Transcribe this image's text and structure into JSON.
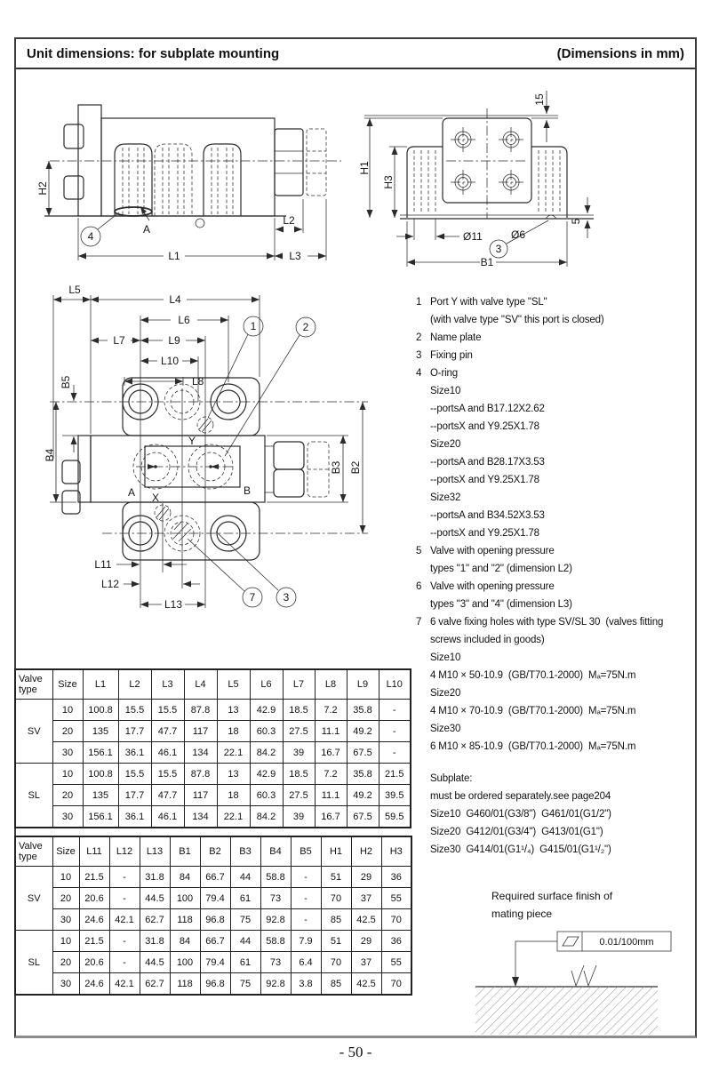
{
  "header": {
    "title": "Unit dimensions: for subplate mounting",
    "units": "(Dimensions in mm)"
  },
  "drawings": {
    "front_view": {
      "h2": "H2",
      "l1": "L1",
      "l2": "L2",
      "l3": "L3",
      "a": "A",
      "callout_4": "4"
    },
    "end_view": {
      "h1": "H1",
      "h3": "H3",
      "b1": "B1",
      "dia11": "Ø11",
      "dia6": "Ø6",
      "dim_top": "15",
      "dim_5": "5",
      "callout_3": "3"
    },
    "top_view": {
      "l4": "L4",
      "l5": "L5",
      "l6": "L6",
      "l7": "L7",
      "l8": "L8",
      "l9": "L9",
      "l10": "L10",
      "l11": "L11",
      "l12": "L12",
      "l13": "L13",
      "b2": "B2",
      "b3": "B3",
      "b4": "B4",
      "b5": "B5",
      "y": "Y",
      "x": "X",
      "a": "A",
      "b": "B",
      "callout_1": "1",
      "callout_2": "2",
      "callout_3": "3",
      "callout_7": "7"
    }
  },
  "notes": {
    "items": [
      {
        "n": "1",
        "t": "Port Y with valve type \"SL\""
      },
      {
        "n": "",
        "t": "(with valve type \"SV\" this port is closed)"
      },
      {
        "n": "2",
        "t": "Name plate"
      },
      {
        "n": "3",
        "t": "Fixing pin"
      },
      {
        "n": "4",
        "t": "O-ring"
      },
      {
        "n": "",
        "t": "Size10"
      },
      {
        "n": "",
        "t": "--portsA and B17.12X2.62"
      },
      {
        "n": "",
        "t": "--portsX and Y9.25X1.78"
      },
      {
        "n": "",
        "t": "Size20"
      },
      {
        "n": "",
        "t": "--portsA and B28.17X3.53"
      },
      {
        "n": "",
        "t": "--portsX and Y9.25X1.78"
      },
      {
        "n": "",
        "t": "Size32"
      },
      {
        "n": "",
        "t": "--portsA and B34.52X3.53"
      },
      {
        "n": "",
        "t": "--portsX and Y9.25X1.78"
      },
      {
        "n": "5",
        "t": "Valve with opening pressure"
      },
      {
        "n": "",
        "t": "types \"1\" and \"2\" (dimension L2)"
      },
      {
        "n": "6",
        "t": "Valve with opening pressure"
      },
      {
        "n": "",
        "t": "types \"3\" and \"4\" (dimension L3)"
      },
      {
        "n": "7",
        "t": "6 valve fixing holes with type SV/SL 30  (valves fitting"
      },
      {
        "n": "",
        "t": "screws included in goods)"
      },
      {
        "n": "",
        "t": "Size10"
      },
      {
        "n": "",
        "t": "4 M10 × 50-10.9  (GB/T70.1-2000)  Mₐ=75N.m"
      },
      {
        "n": "",
        "t": "Size20"
      },
      {
        "n": "",
        "t": "4 M10 × 70-10.9  (GB/T70.1-2000)  Mₐ=75N.m"
      },
      {
        "n": "",
        "t": "Size30"
      },
      {
        "n": "",
        "t": "6 M10 × 85-10.9  (GB/T70.1-2000)  Mₐ=75N.m"
      },
      {
        "n": "",
        "t": "Subplate:",
        "gap": true
      },
      {
        "n": "",
        "t": "must be ordered separately.see page204"
      },
      {
        "n": "",
        "t": "Size10  G460/01(G3/8\")  G461/01(G1/2\")"
      },
      {
        "n": "",
        "t": "Size20  G412/01(G3/4\")  G413/01(G1\")"
      },
      {
        "n": "",
        "t": "Size30  G414/01(G1¹/₄)  G415/01(G1¹/₂\")"
      }
    ]
  },
  "surface_finish": {
    "line1": "Required surface finish of",
    "line2": "mating piece",
    "tolerance": "0.01/100mm"
  },
  "tables": [
    {
      "col_headers": [
        "Valve type",
        "Size",
        "L1",
        "L2",
        "L3",
        "L4",
        "L5",
        "L6",
        "L7",
        "L8",
        "L9",
        "L10"
      ],
      "groups": [
        {
          "type": "SV",
          "rows": [
            [
              "10",
              "100.8",
              "15.5",
              "15.5",
              "87.8",
              "13",
              "42.9",
              "18.5",
              "7.2",
              "35.8",
              "-"
            ],
            [
              "20",
              "135",
              "17.7",
              "47.7",
              "117",
              "18",
              "60.3",
              "27.5",
              "11.1",
              "49.2",
              "-"
            ],
            [
              "30",
              "156.1",
              "36.1",
              "46.1",
              "134",
              "22.1",
              "84.2",
              "39",
              "16.7",
              "67.5",
              "-"
            ]
          ]
        },
        {
          "type": "SL",
          "rows": [
            [
              "10",
              "100.8",
              "15.5",
              "15.5",
              "87.8",
              "13",
              "42.9",
              "18.5",
              "7.2",
              "35.8",
              "21.5"
            ],
            [
              "20",
              "135",
              "17.7",
              "47.7",
              "117",
              "18",
              "60.3",
              "27.5",
              "11.1",
              "49.2",
              "39.5"
            ],
            [
              "30",
              "156.1",
              "36.1",
              "46.1",
              "134",
              "22.1",
              "84.2",
              "39",
              "16.7",
              "67.5",
              "59.5"
            ]
          ]
        }
      ]
    },
    {
      "col_headers": [
        "Valve type",
        "Size",
        "L11",
        "L12",
        "L13",
        "B1",
        "B2",
        "B3",
        "B4",
        "B5",
        "H1",
        "H2",
        "H3"
      ],
      "groups": [
        {
          "type": "SV",
          "rows": [
            [
              "10",
              "21.5",
              "-",
              "31.8",
              "84",
              "66.7",
              "44",
              "58.8",
              "-",
              "51",
              "29",
              "36"
            ],
            [
              "20",
              "20.6",
              "-",
              "44.5",
              "100",
              "79.4",
              "61",
              "73",
              "-",
              "70",
              "37",
              "55"
            ],
            [
              "30",
              "24.6",
              "42.1",
              "62.7",
              "118",
              "96.8",
              "75",
              "92.8",
              "-",
              "85",
              "42.5",
              "70"
            ]
          ]
        },
        {
          "type": "SL",
          "rows": [
            [
              "10",
              "21.5",
              "-",
              "31.8",
              "84",
              "66.7",
              "44",
              "58.8",
              "7.9",
              "51",
              "29",
              "36"
            ],
            [
              "20",
              "20.6",
              "-",
              "44.5",
              "100",
              "79.4",
              "61",
              "73",
              "6.4",
              "70",
              "37",
              "55"
            ],
            [
              "30",
              "24.6",
              "42.1",
              "62.7",
              "118",
              "96.8",
              "75",
              "92.8",
              "3.8",
              "85",
              "42.5",
              "70"
            ]
          ]
        }
      ]
    }
  ],
  "footer": {
    "page": "- 50 -"
  }
}
